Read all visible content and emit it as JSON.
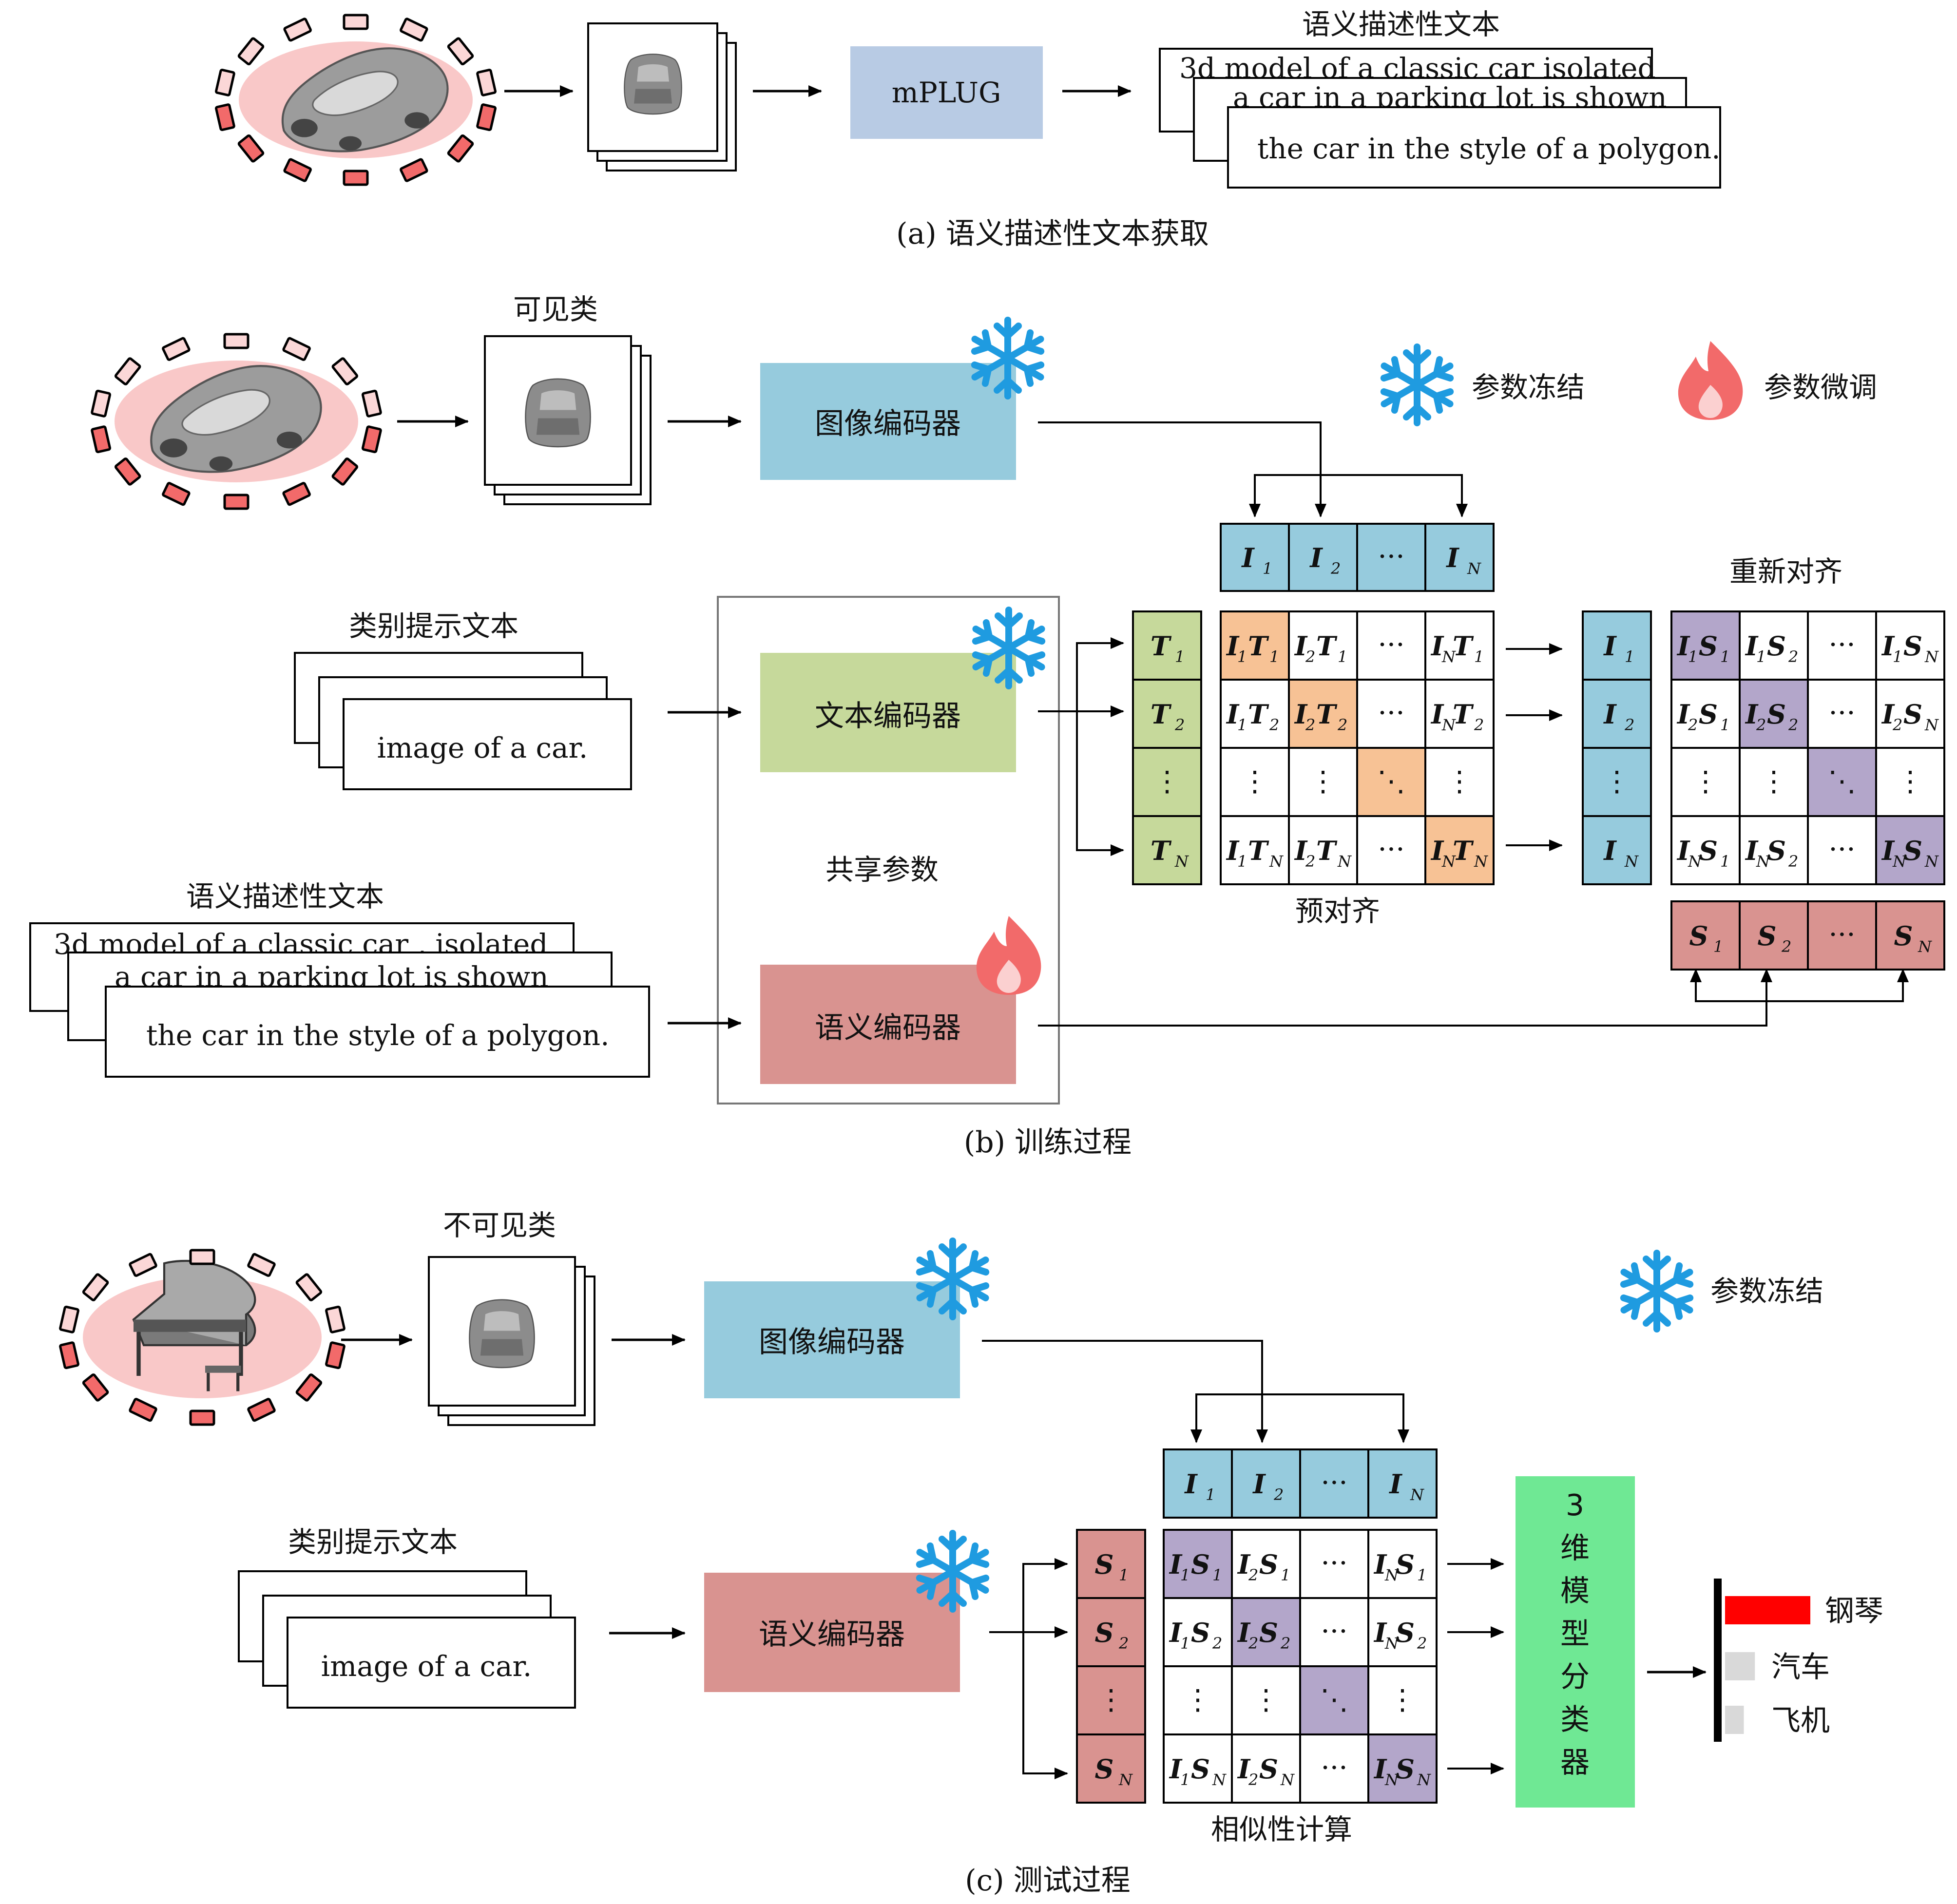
{
  "colors": {
    "image_encoder": "#96cbdd",
    "text_encoder": "#c6d99b",
    "semantic_encoder": "#d99390",
    "mplug": "#b8cbe4",
    "classifier": "#6fe894",
    "orange": "#f7c295",
    "purple": "#b3a6ca",
    "ellipse": "#f9c8c8",
    "snow": "#1f9be0",
    "fire": "#f26a6a",
    "bar_red": "#ff0000",
    "bar_gray": "#d9d9d9"
  },
  "icons": [
    "snowflake-icon",
    "flame-icon",
    "car-icon",
    "piano-icon",
    "camera-icon",
    "arrow-icon"
  ],
  "panel_a": {
    "mplug": "mPLUG",
    "desc_title": "语义描述性文本",
    "texts": [
      "3d model of a classic car isolated",
      "a car in a parking lot is shown",
      "the car in the style of a polygon."
    ],
    "caption": "(a) 语义描述性文本获取"
  },
  "panel_b": {
    "seen_label": "可见类",
    "image_encoder": "图像编码器",
    "text_encoder": "文本编码器",
    "semantic_encoder": "语义编码器",
    "shared": "共享参数",
    "legend_frozen": "参数冻结",
    "legend_finetune": "参数微调",
    "prompt_title": "类别提示文本",
    "prompt_text": "image of a car.",
    "desc_title": "语义描述性文本",
    "texts": [
      "3d model of a classic car , isolated",
      "a car in a parking lot is shown",
      "the car in the style of a polygon."
    ],
    "pre_align": "预对齐",
    "realign": "重新对齐",
    "caption": "(b) 训练过程"
  },
  "panel_c": {
    "unseen_label": "不可见类",
    "image_encoder": "图像编码器",
    "semantic_encoder": "语义编码器",
    "legend_frozen": "参数冻结",
    "prompt_title": "类别提示文本",
    "prompt_text": "image of a car.",
    "classifier": "3维模型分类器",
    "similarity": "相似性计算",
    "bars": [
      {
        "label": "钢琴",
        "value": 1.0
      },
      {
        "label": "汽车",
        "value": 0.35
      },
      {
        "label": "飞机",
        "value": 0.22
      }
    ],
    "caption": "(c) 测试过程"
  },
  "matrix": {
    "dots": "···",
    "vdots": "⋮",
    "ddots": "⋱"
  }
}
